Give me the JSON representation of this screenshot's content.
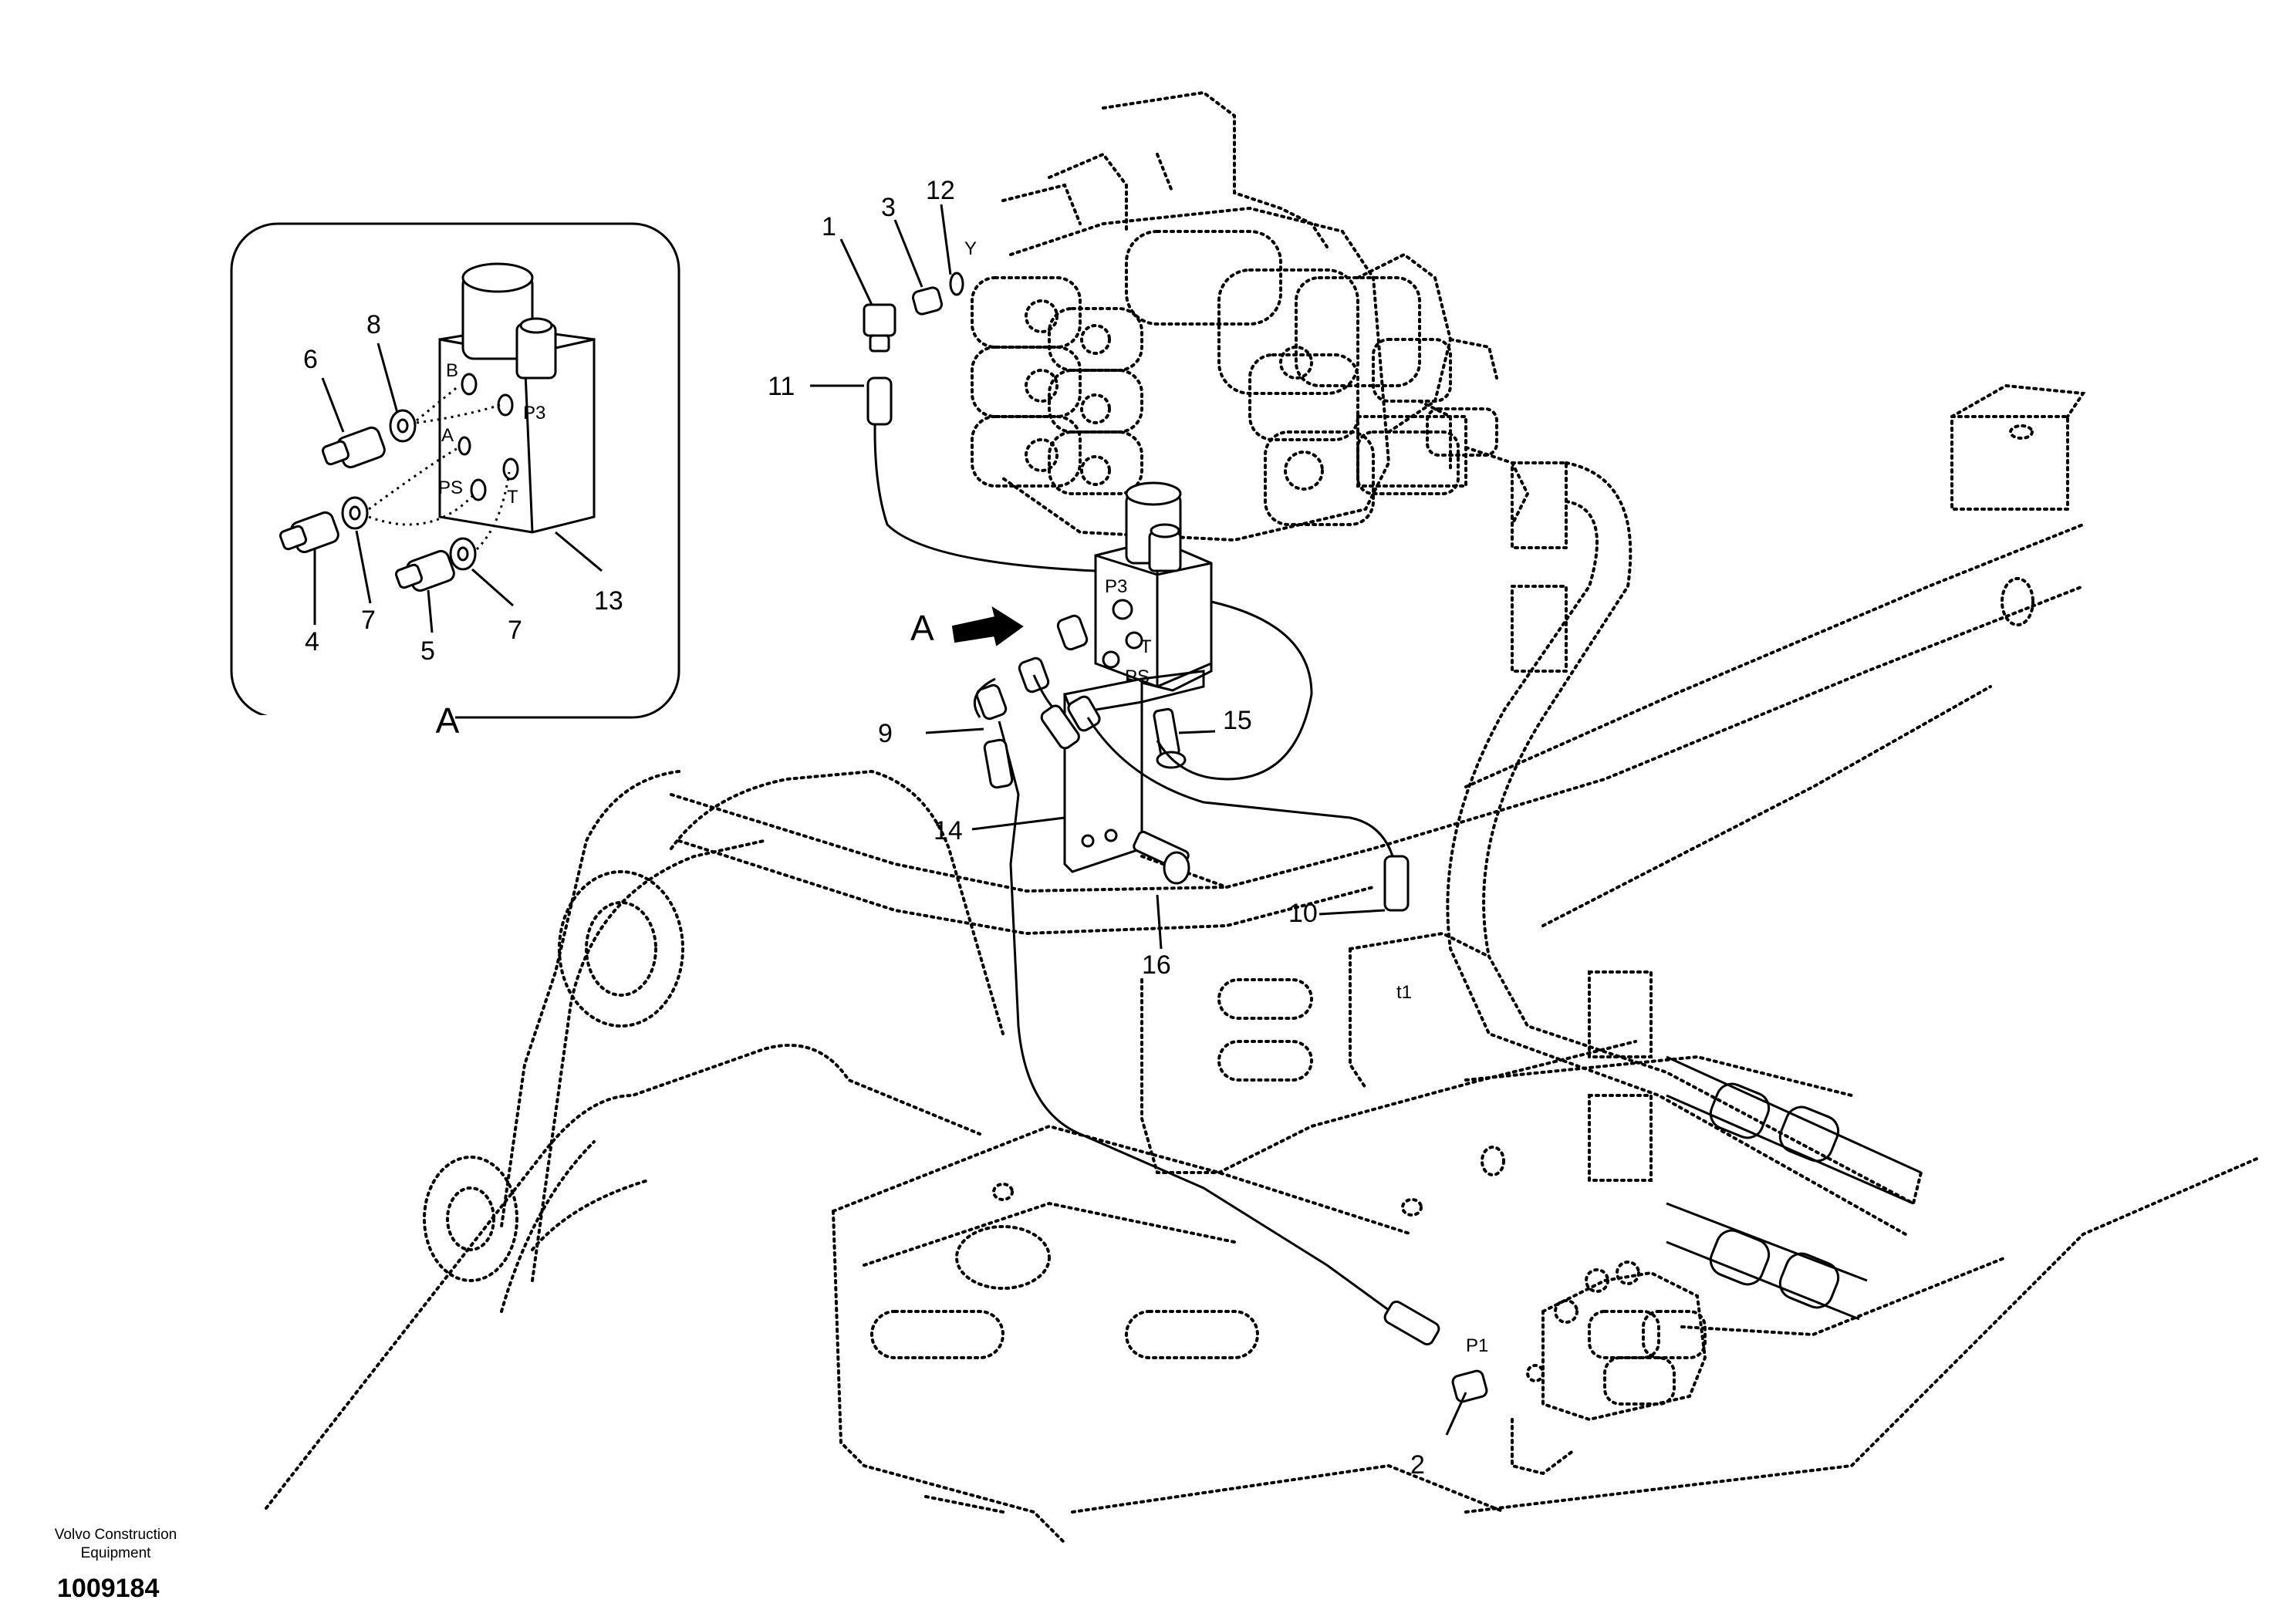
{
  "publisher": "Volvo Construction Equipment",
  "document_number": "1009184",
  "detail_view": {
    "name": "A",
    "callouts": [
      "4",
      "5",
      "6",
      "7",
      "7",
      "8",
      "13"
    ],
    "ports": [
      "B",
      "P3",
      "A",
      "PS",
      "T"
    ]
  },
  "main_view": {
    "view_arrow": "A",
    "callouts": [
      "1",
      "2",
      "3",
      "9",
      "10",
      "11",
      "12",
      "14",
      "15",
      "16"
    ],
    "ports": [
      "Y",
      "P3",
      "T",
      "PS",
      "t1",
      "P1"
    ]
  }
}
